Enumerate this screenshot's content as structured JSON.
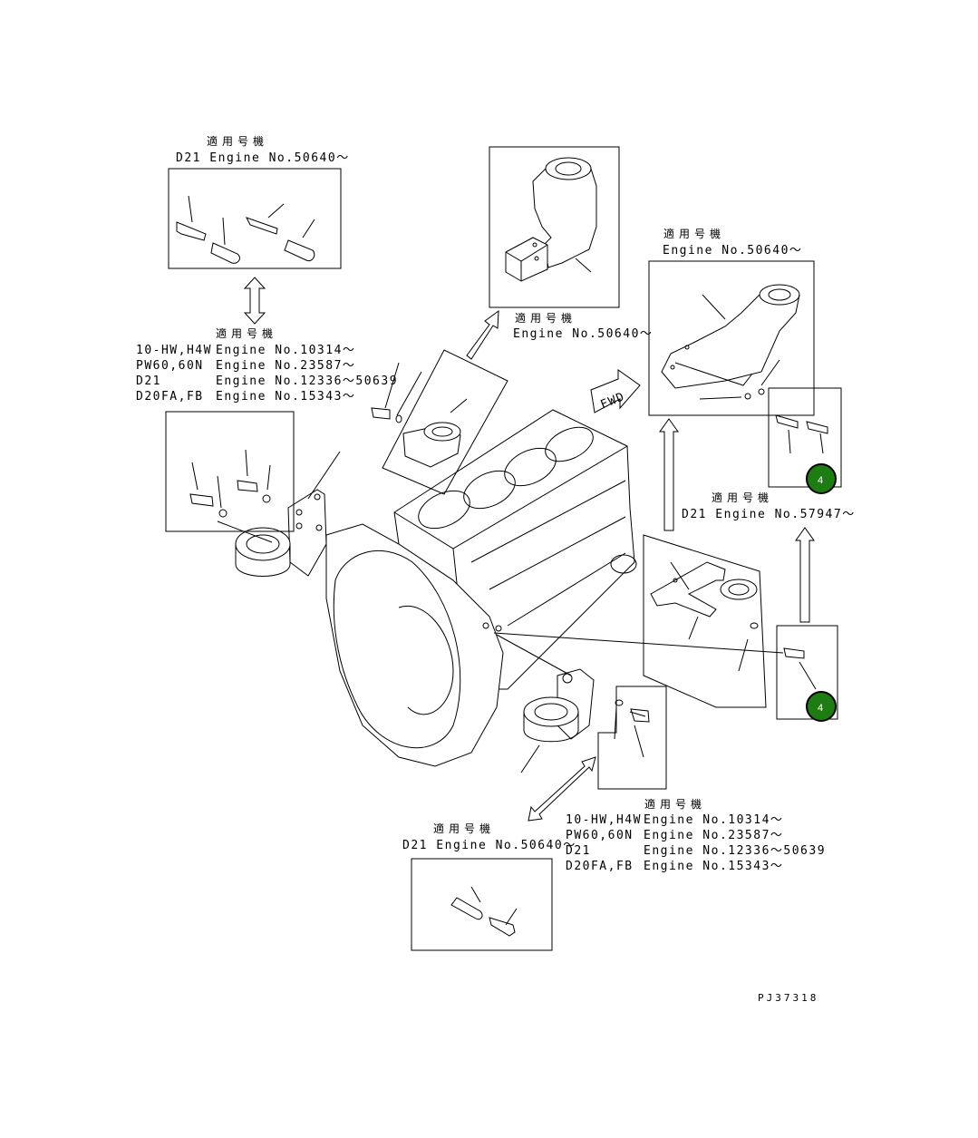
{
  "labels": {
    "top_left": {
      "title": "適用号機",
      "lines": [
        "D21 Engine No.50640～"
      ]
    },
    "mid_left": {
      "title": "適用号機",
      "rows": [
        [
          "10-HW,H4W",
          "Engine No.10314～"
        ],
        [
          "PW60,60N",
          "Engine No.23587～"
        ],
        [
          "D21",
          "Engine No.12336～50639"
        ],
        [
          "D20FA,FB",
          "Engine No.15343～"
        ]
      ]
    },
    "center_top": {
      "title": "適用号機",
      "lines": [
        "Engine No.50640～"
      ]
    },
    "right_top": {
      "title": "適用号機",
      "lines": [
        "Engine No.50640～"
      ]
    },
    "right_mid": {
      "title": "適用号機",
      "lines": [
        "D21 Engine No.57947～"
      ]
    },
    "bottom_right": {
      "title": "適用号機",
      "rows": [
        [
          "10-HW,H4W",
          "Engine No.10314～"
        ],
        [
          "PW60,60N",
          "Engine No.23587～"
        ],
        [
          "D21",
          "Engine No.12336～50639"
        ],
        [
          "D20FA,FB",
          "Engine No.15343～"
        ]
      ]
    },
    "bottom_left": {
      "title": "適用号機",
      "lines": [
        "D21 Engine No.50640～"
      ]
    }
  },
  "fwd_label": "FWD",
  "badges": [
    {
      "text": "4",
      "color": "#1e7d12"
    },
    {
      "text": "4",
      "color": "#1e7d12"
    }
  ],
  "drawing_number": "PJ37318"
}
